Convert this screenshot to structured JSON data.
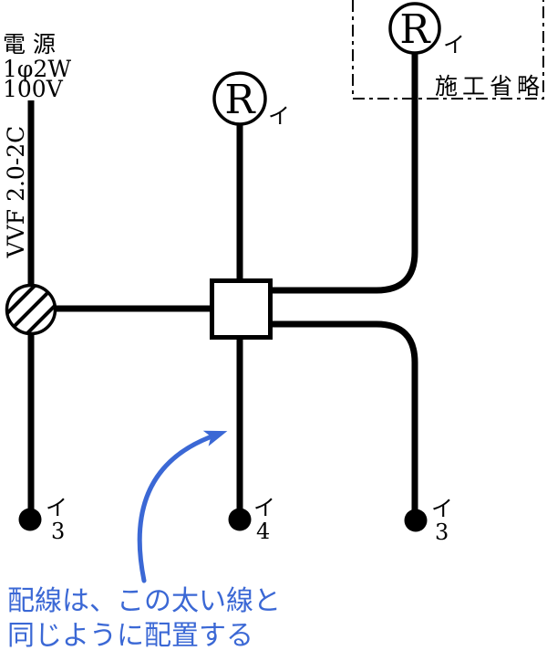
{
  "colors": {
    "wire": "#000000",
    "background": "#ffffff",
    "annotation": "#3b68d5"
  },
  "power": {
    "title": "電 源",
    "phase": "1φ2W",
    "voltage": "100V"
  },
  "cable": {
    "spec": "VVF 2.0-2C"
  },
  "omission": {
    "label": "施工省略"
  },
  "lamps": {
    "top_center": {
      "symbol": "R",
      "circuit": "イ"
    },
    "top_right": {
      "symbol": "R",
      "circuit": "イ"
    }
  },
  "outlets": {
    "left": {
      "circuit": "イ",
      "count": "3"
    },
    "center": {
      "circuit": "イ",
      "count": "4"
    },
    "right": {
      "circuit": "イ",
      "count": "3"
    }
  },
  "annotation": {
    "line1": "配線は、この太い線と",
    "line2": "同じように配置する"
  }
}
